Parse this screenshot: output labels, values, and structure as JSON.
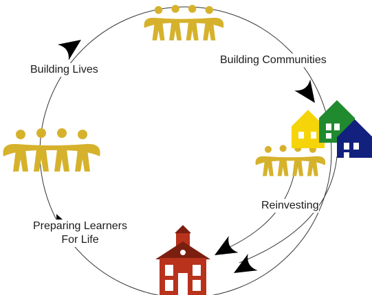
{
  "labels": {
    "building_lives": "Building Lives",
    "building_communities": "Building Communities",
    "reinvesting": "Reinvesting",
    "preparing_line1": "Preparing Learners",
    "preparing_line2": "For Life"
  },
  "icons": {
    "people_group": "people-group-icon",
    "houses": "houses-icon",
    "schoolhouse": "schoolhouse-icon",
    "arrowhead": "arrowhead-icon"
  },
  "colors": {
    "people": "#d6b22c",
    "people_dark": "#b8951a",
    "house_yellow": "#f5d50a",
    "house_green": "#1f8a2e",
    "house_blue": "#12207e",
    "school_red": "#b8321c",
    "school_dark": "#7a1f10",
    "line": "#333333",
    "arrow": "#000000"
  }
}
